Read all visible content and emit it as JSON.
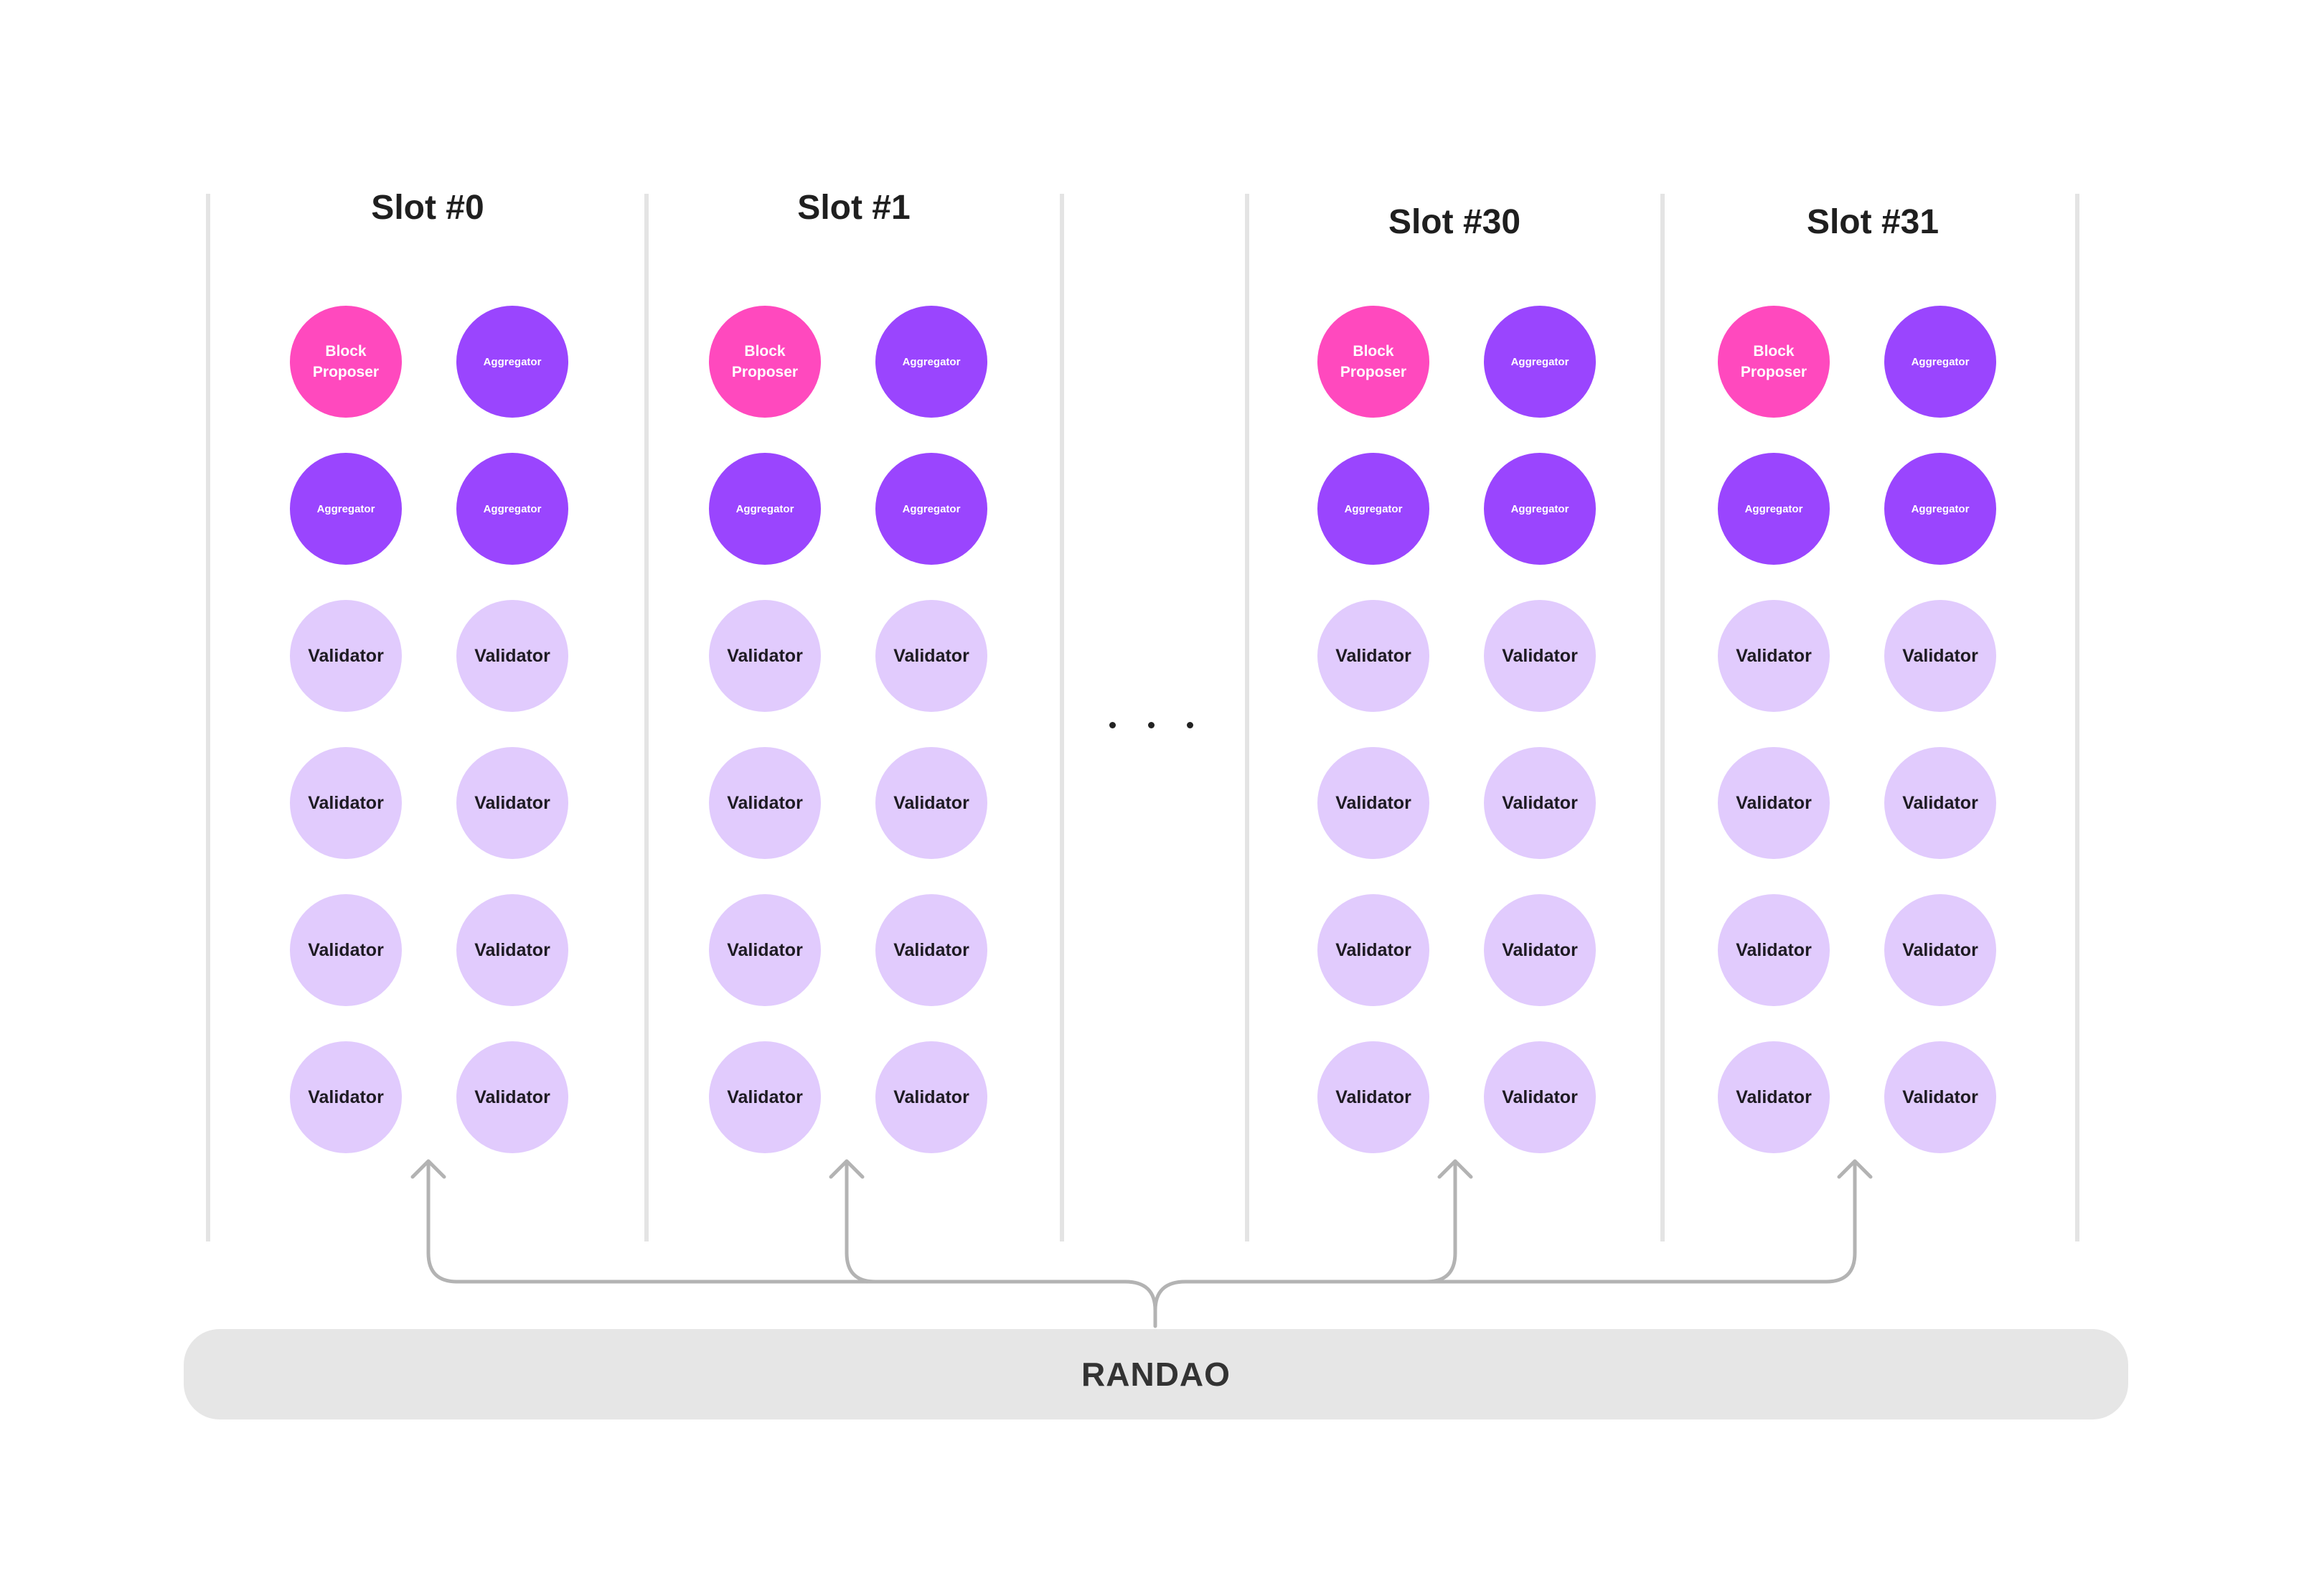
{
  "slots": [
    {
      "title": "Slot #0"
    },
    {
      "title": "Slot #1"
    },
    {
      "title": "Slot #30"
    },
    {
      "title": "Slot #31"
    }
  ],
  "roles": {
    "block_proposer": "Block Proposer",
    "aggregator": "Aggregator",
    "validator": "Validator"
  },
  "slot_grid": [
    [
      "block_proposer",
      "aggregator"
    ],
    [
      "aggregator",
      "aggregator"
    ],
    [
      "validator",
      "validator"
    ],
    [
      "validator",
      "validator"
    ],
    [
      "validator",
      "validator"
    ],
    [
      "validator",
      "validator"
    ]
  ],
  "ellipsis": "...",
  "randao": {
    "label": "RANDAO"
  },
  "colors": {
    "block_proposer": "#ff49be",
    "aggregator": "#9a45fe",
    "validator": "#e1cbfd",
    "divider": "#e4e4e4",
    "arrow": "#b3b3b3",
    "randao_bar": "#e6e6e6"
  }
}
